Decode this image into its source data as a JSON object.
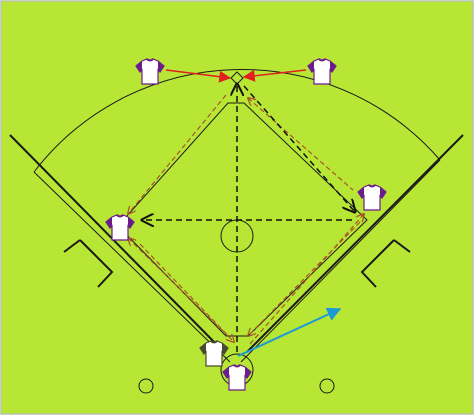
{
  "diagram": {
    "colors": {
      "grass": "#b8e635",
      "field_border": "#b7c3a8",
      "lines": "#1a1a1a",
      "jersey_fill": "#ffffff",
      "jersey_trim": "#6b1d8c",
      "batter_trim": "#4a4a2e",
      "red_arrow": "#e0211f",
      "brown_dashed": "#a9552a",
      "black_dashed": "#111111",
      "blue_arrow": "#1b9ad6"
    },
    "players": [
      {
        "name": "left-fielder",
        "trim": "jersey_trim"
      },
      {
        "name": "right-fielder",
        "trim": "jersey_trim"
      },
      {
        "name": "first-baseman",
        "trim": "jersey_trim"
      },
      {
        "name": "third-baseman",
        "trim": "jersey_trim"
      },
      {
        "name": "batter",
        "trim": "batter_trim"
      },
      {
        "name": "catcher",
        "trim": "jersey_trim"
      }
    ]
  }
}
